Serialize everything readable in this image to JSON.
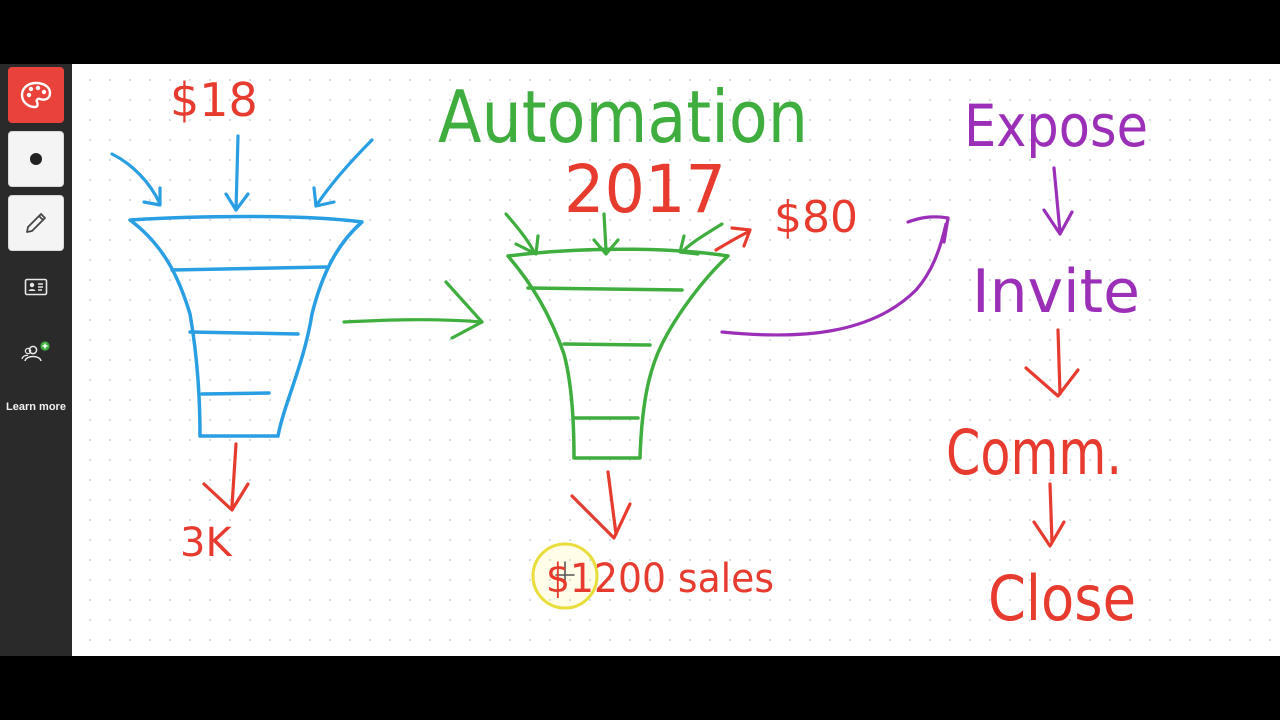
{
  "toolbar": {
    "learn_more": "Learn more"
  },
  "colors": {
    "red": "#e63b2e",
    "blue": "#2a9ee3",
    "green": "#3fae3f",
    "purple": "#9b2fb8",
    "toolbar_bg": "#2a2a2a",
    "palette_btn": "#e8423a"
  },
  "icons": [
    "palette-icon",
    "dot-icon",
    "pencil-icon",
    "contact-card-icon",
    "add-people-icon"
  ],
  "board": {
    "price_left": "$18",
    "result_left": "3K",
    "title": "Automation",
    "year": "2017",
    "price_right": "$80",
    "result_right": "$1200 sales",
    "steps": [
      "Expose",
      "Invite",
      "Comm.",
      "Close"
    ]
  }
}
